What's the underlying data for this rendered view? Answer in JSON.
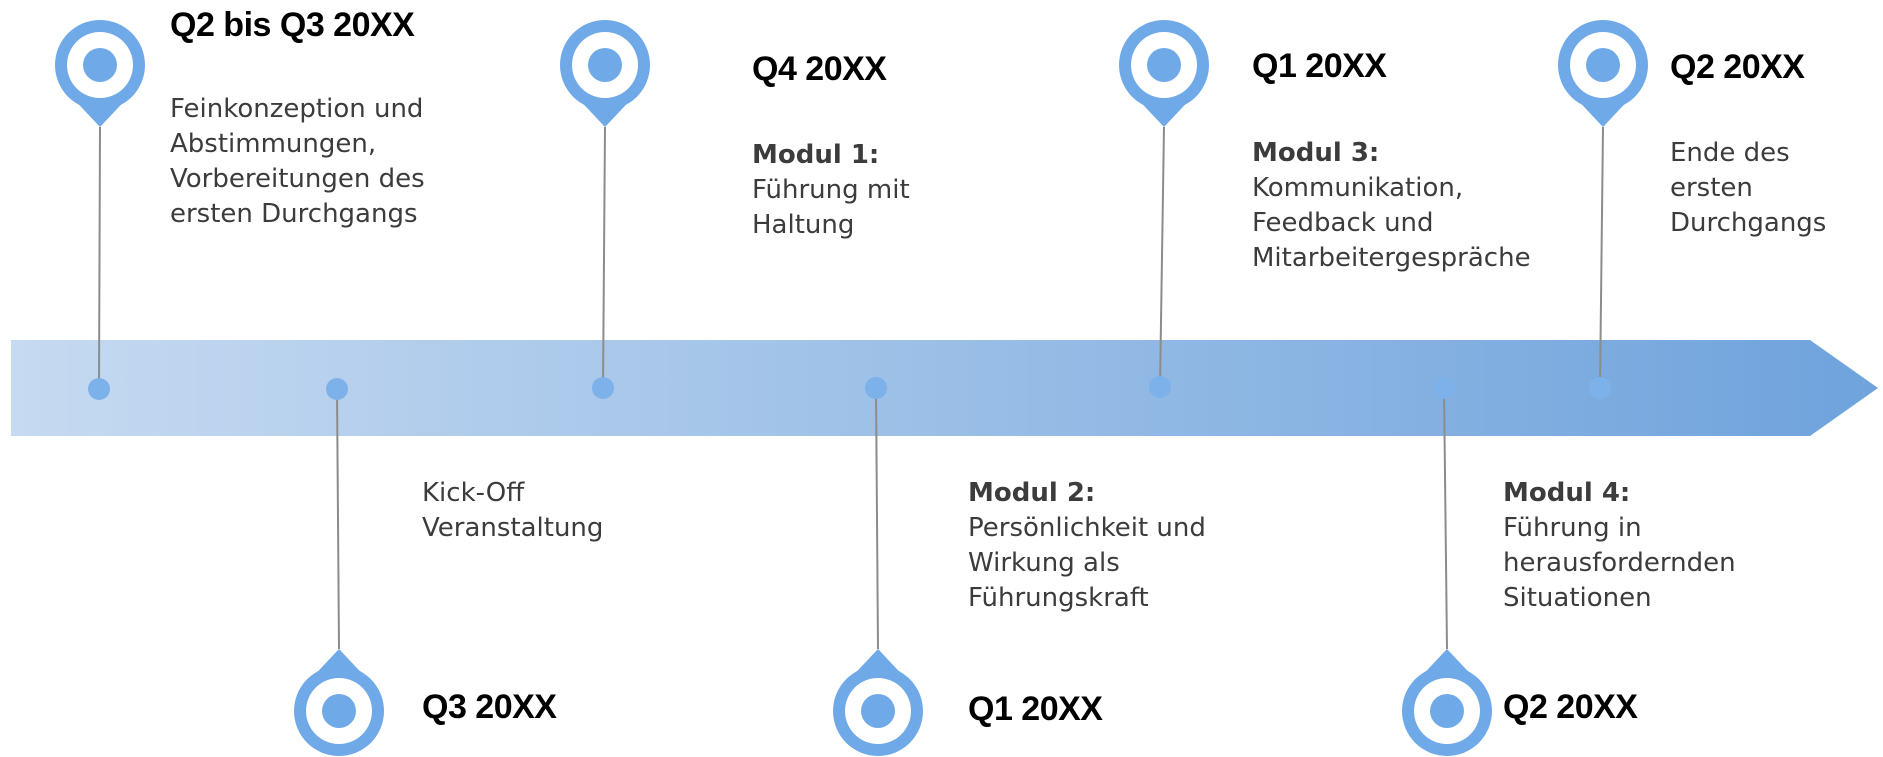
{
  "colors": {
    "arrow_start": "#c6daf1",
    "arrow_end": "#6fa3dc",
    "marker": "#6fa9e8",
    "dot": "#7db1ea",
    "connector": "#8c8c8c"
  },
  "milestones": [
    {
      "id": "m1",
      "title": "Q2 bis Q3 20XX",
      "head": "",
      "lines": [
        "Feinkonzeption und",
        "Abstimmungen,",
        "Vorbereitungen des",
        "ersten Durchgangs"
      ]
    },
    {
      "id": "m2",
      "title": "Q3 20XX",
      "head": "",
      "lines": [
        "Kick-Off",
        "Veranstaltung"
      ]
    },
    {
      "id": "m3",
      "title": "Q4 20XX",
      "head": "Modul 1:",
      "lines": [
        "Führung mit",
        "Haltung"
      ]
    },
    {
      "id": "m4",
      "title": "Q1 20XX",
      "head": "Modul 2:",
      "lines": [
        "Persönlichkeit und",
        "Wirkung als",
        "Führungskraft"
      ]
    },
    {
      "id": "m5",
      "title": "Q1 20XX",
      "head": "Modul 3:",
      "lines": [
        "Kommunikation,",
        "Feedback und",
        "Mitarbeitergespräche"
      ]
    },
    {
      "id": "m6",
      "title": "Q2 20XX",
      "head": "Modul 4:",
      "lines": [
        "Führung in",
        "herausfordernden",
        "Situationen"
      ]
    },
    {
      "id": "m7",
      "title": "Q2 20XX",
      "head": "",
      "lines": [
        "Ende des",
        "ersten",
        "Durchgangs"
      ]
    }
  ]
}
